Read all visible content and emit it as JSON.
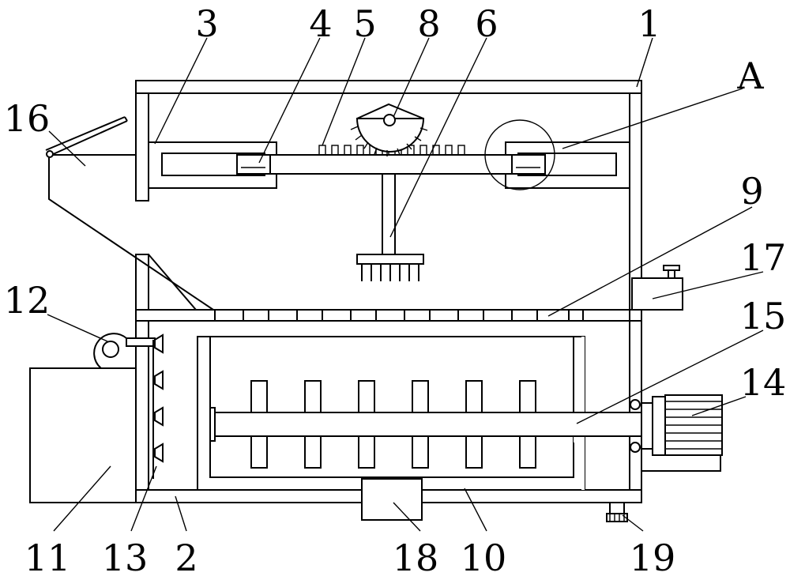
{
  "figure": {
    "labels": {
      "l1": "1",
      "l2": "2",
      "l3": "3",
      "l4": "4",
      "l5": "5",
      "l6": "6",
      "l8": "8",
      "l9": "9",
      "l10": "10",
      "l11": "11",
      "l12": "12",
      "l13": "13",
      "l14": "14",
      "l15": "15",
      "l16": "16",
      "l17": "17",
      "l18": "18",
      "l19": "19",
      "lA": "A"
    }
  }
}
